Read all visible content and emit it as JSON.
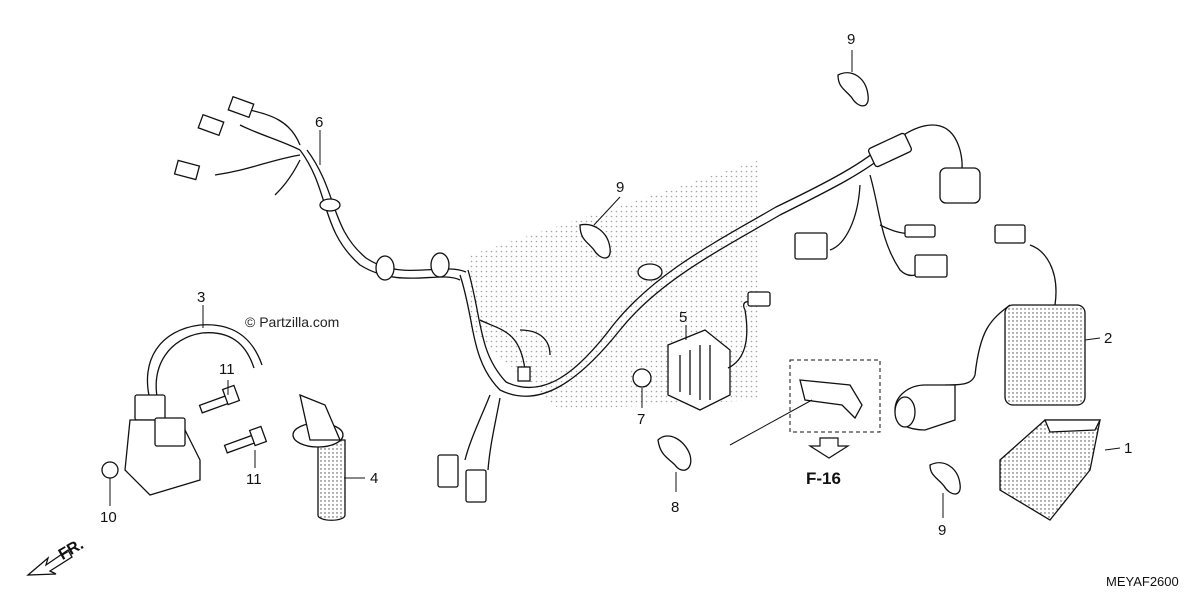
{
  "watermark": "© Partzilla.com",
  "diagram_code": "MEYAF2600",
  "front_label": "FR.",
  "reference_label": "F-16",
  "callouts": {
    "c1": "1",
    "c2": "2",
    "c3": "3",
    "c4": "4",
    "c5": "5",
    "c6": "6",
    "c7": "7",
    "c8": "8",
    "c9a": "9",
    "c9b": "9",
    "c9c": "9",
    "c10": "10",
    "c11a": "11",
    "c11b": "11"
  }
}
